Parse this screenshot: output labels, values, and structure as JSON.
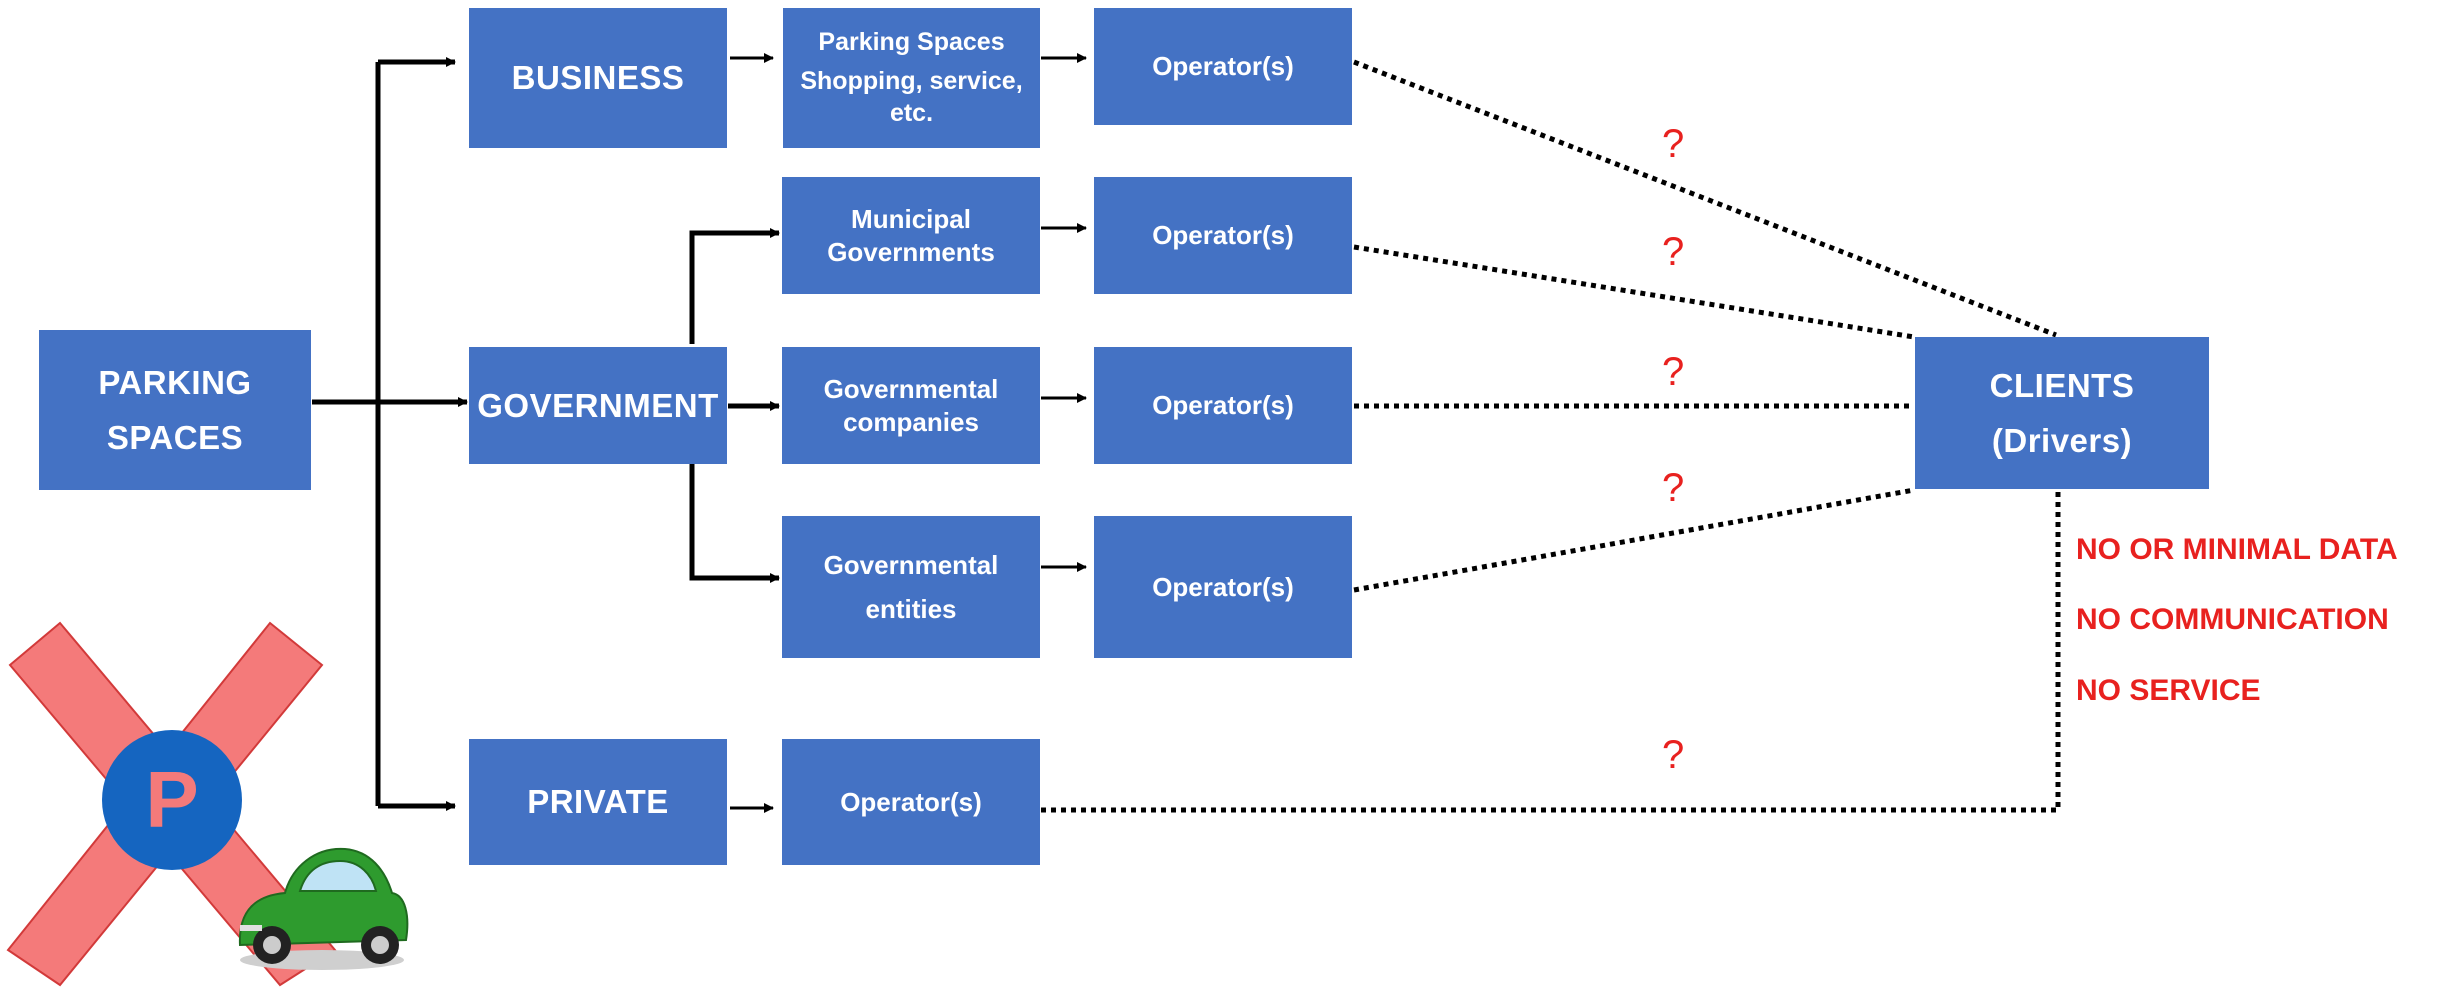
{
  "nodes": {
    "parking_spaces": [
      "PARKING",
      "SPACES"
    ],
    "business": "BUSINESS",
    "government": "GOVERNMENT",
    "private": "PRIVATE",
    "business_parking": [
      "Parking Spaces",
      "Shopping, service,",
      "etc."
    ],
    "municipal": [
      "Municipal",
      "Governments"
    ],
    "gov_companies": [
      "Governmental",
      "companies"
    ],
    "gov_entities": [
      "Governmental",
      "entities"
    ],
    "operator": "Operator(s)",
    "clients": [
      "CLIENTS",
      "(Drivers)"
    ]
  },
  "question_mark": "?",
  "problems": [
    "NO OR MINIMAL DATA",
    "NO COMMUNICATION",
    "NO SERVICE"
  ],
  "illustration": {
    "icons": [
      "cross-icon",
      "parking-sign-icon",
      "car-icon"
    ],
    "parking_letter": "P",
    "colors": {
      "cross": "#f47a7a",
      "parking_sign": "#1565c0",
      "car": "#2e9b2e"
    }
  },
  "colors": {
    "box": "#4472c4",
    "box_text": "#ffffff",
    "warning": "#e8211f",
    "lines": "#000000"
  }
}
